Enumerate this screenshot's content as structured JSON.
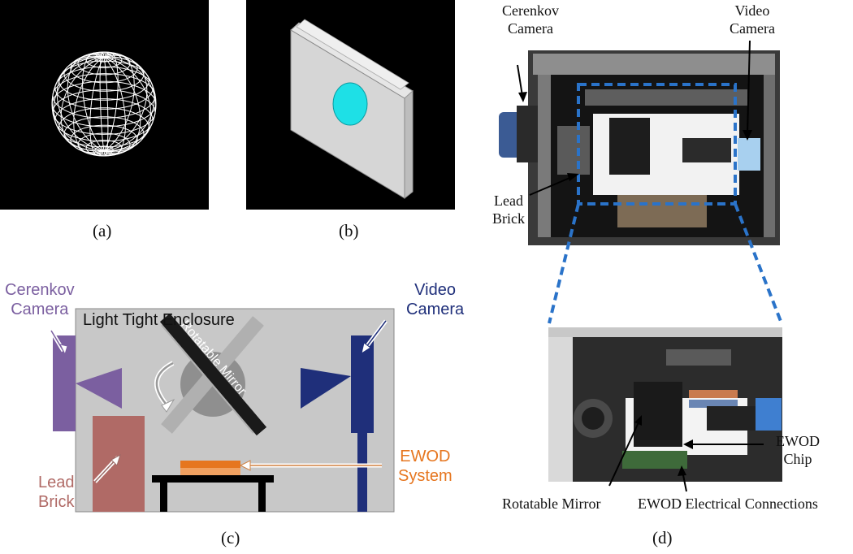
{
  "panels": {
    "a": {
      "caption": "(a)"
    },
    "b": {
      "caption": "(b)"
    },
    "c": {
      "caption": "(c)",
      "enclosure_label": "Light Tight Enclosure",
      "mirror_label": "Rotatable Mirror",
      "cerenkov_camera": [
        "Cerenkov",
        "Camera"
      ],
      "video_camera": [
        "Video",
        "Camera"
      ],
      "lead_brick": [
        "Lead",
        "Brick"
      ],
      "ewod_system": [
        "EWOD",
        "System"
      ],
      "colors": {
        "enclosure": "#c8c8c8",
        "cerenkov": "#7b5fa0",
        "video": "#1f2f7a",
        "lead": "#b06a66",
        "ewod": "#e6761f",
        "table": "#000000"
      }
    },
    "d": {
      "caption": "(d)",
      "cerenkov_camera": [
        "Cerenkov",
        "Camera"
      ],
      "video_camera": [
        "Video",
        "Camera"
      ],
      "lead_brick": [
        "Lead",
        "Brick"
      ],
      "rotatable_mirror": "Rotatable Mirror",
      "ewod_chip": [
        "EWOD",
        "Chip"
      ],
      "ewod_connections": "EWOD Electrical Connections",
      "highlight_color": "#2a73c9"
    }
  }
}
